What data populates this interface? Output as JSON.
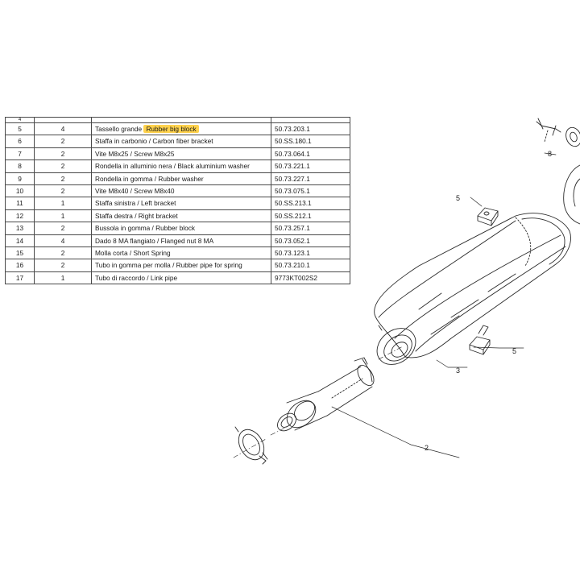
{
  "table": {
    "rows": [
      {
        "num": "4",
        "qty": "",
        "desc": "",
        "code": ""
      },
      {
        "num": "5",
        "qty": "4",
        "desc": "Tassello grande",
        "highlight": "Rubber big block",
        "code": "50.73.203.1"
      },
      {
        "num": "6",
        "qty": "2",
        "desc": "Staffa in carbonio / Carbon fiber bracket",
        "code": "50.SS.180.1"
      },
      {
        "num": "7",
        "qty": "2",
        "desc": "Vite M8x25 / Screw M8x25",
        "code": "50.73.064.1"
      },
      {
        "num": "8",
        "qty": "2",
        "desc": "Rondella in alluminio nera / Black aluminium washer",
        "code": "50.73.221.1"
      },
      {
        "num": "9",
        "qty": "2",
        "desc": "Rondella in gomma / Rubber washer",
        "code": "50.73.227.1"
      },
      {
        "num": "10",
        "qty": "2",
        "desc": "Vite M8x40 / Screw M8x40",
        "code": "50.73.075.1"
      },
      {
        "num": "11",
        "qty": "1",
        "desc": "Staffa sinistra / Left bracket",
        "code": "50.SS.213.1"
      },
      {
        "num": "12",
        "qty": "1",
        "desc": "Staffa destra / Right bracket",
        "code": "50.SS.212.1"
      },
      {
        "num": "13",
        "qty": "2",
        "desc": "Bussola in gomma / Rubber block",
        "code": "50.73.257.1"
      },
      {
        "num": "14",
        "qty": "4",
        "desc": "Dado 8 MA flangiato / Flanged nut 8 MA",
        "code": "50.73.052.1"
      },
      {
        "num": "15",
        "qty": "2",
        "desc": "Molla corta / Short Spring",
        "code": "50.73.123.1"
      },
      {
        "num": "16",
        "qty": "2",
        "desc": "Tubo in gomma per molla / Rubber pipe for spring",
        "code": "50.73.210.1"
      },
      {
        "num": "17",
        "qty": "1",
        "desc": "Tubo di raccordo / Link pipe",
        "code": "9773KT002S2"
      }
    ]
  },
  "callouts": {
    "c8": "8",
    "c5a": "5",
    "c5b": "5",
    "c3": "3",
    "c2": "2"
  },
  "colors": {
    "highlight": "#ffd24d",
    "line": "#4a4a4a"
  }
}
